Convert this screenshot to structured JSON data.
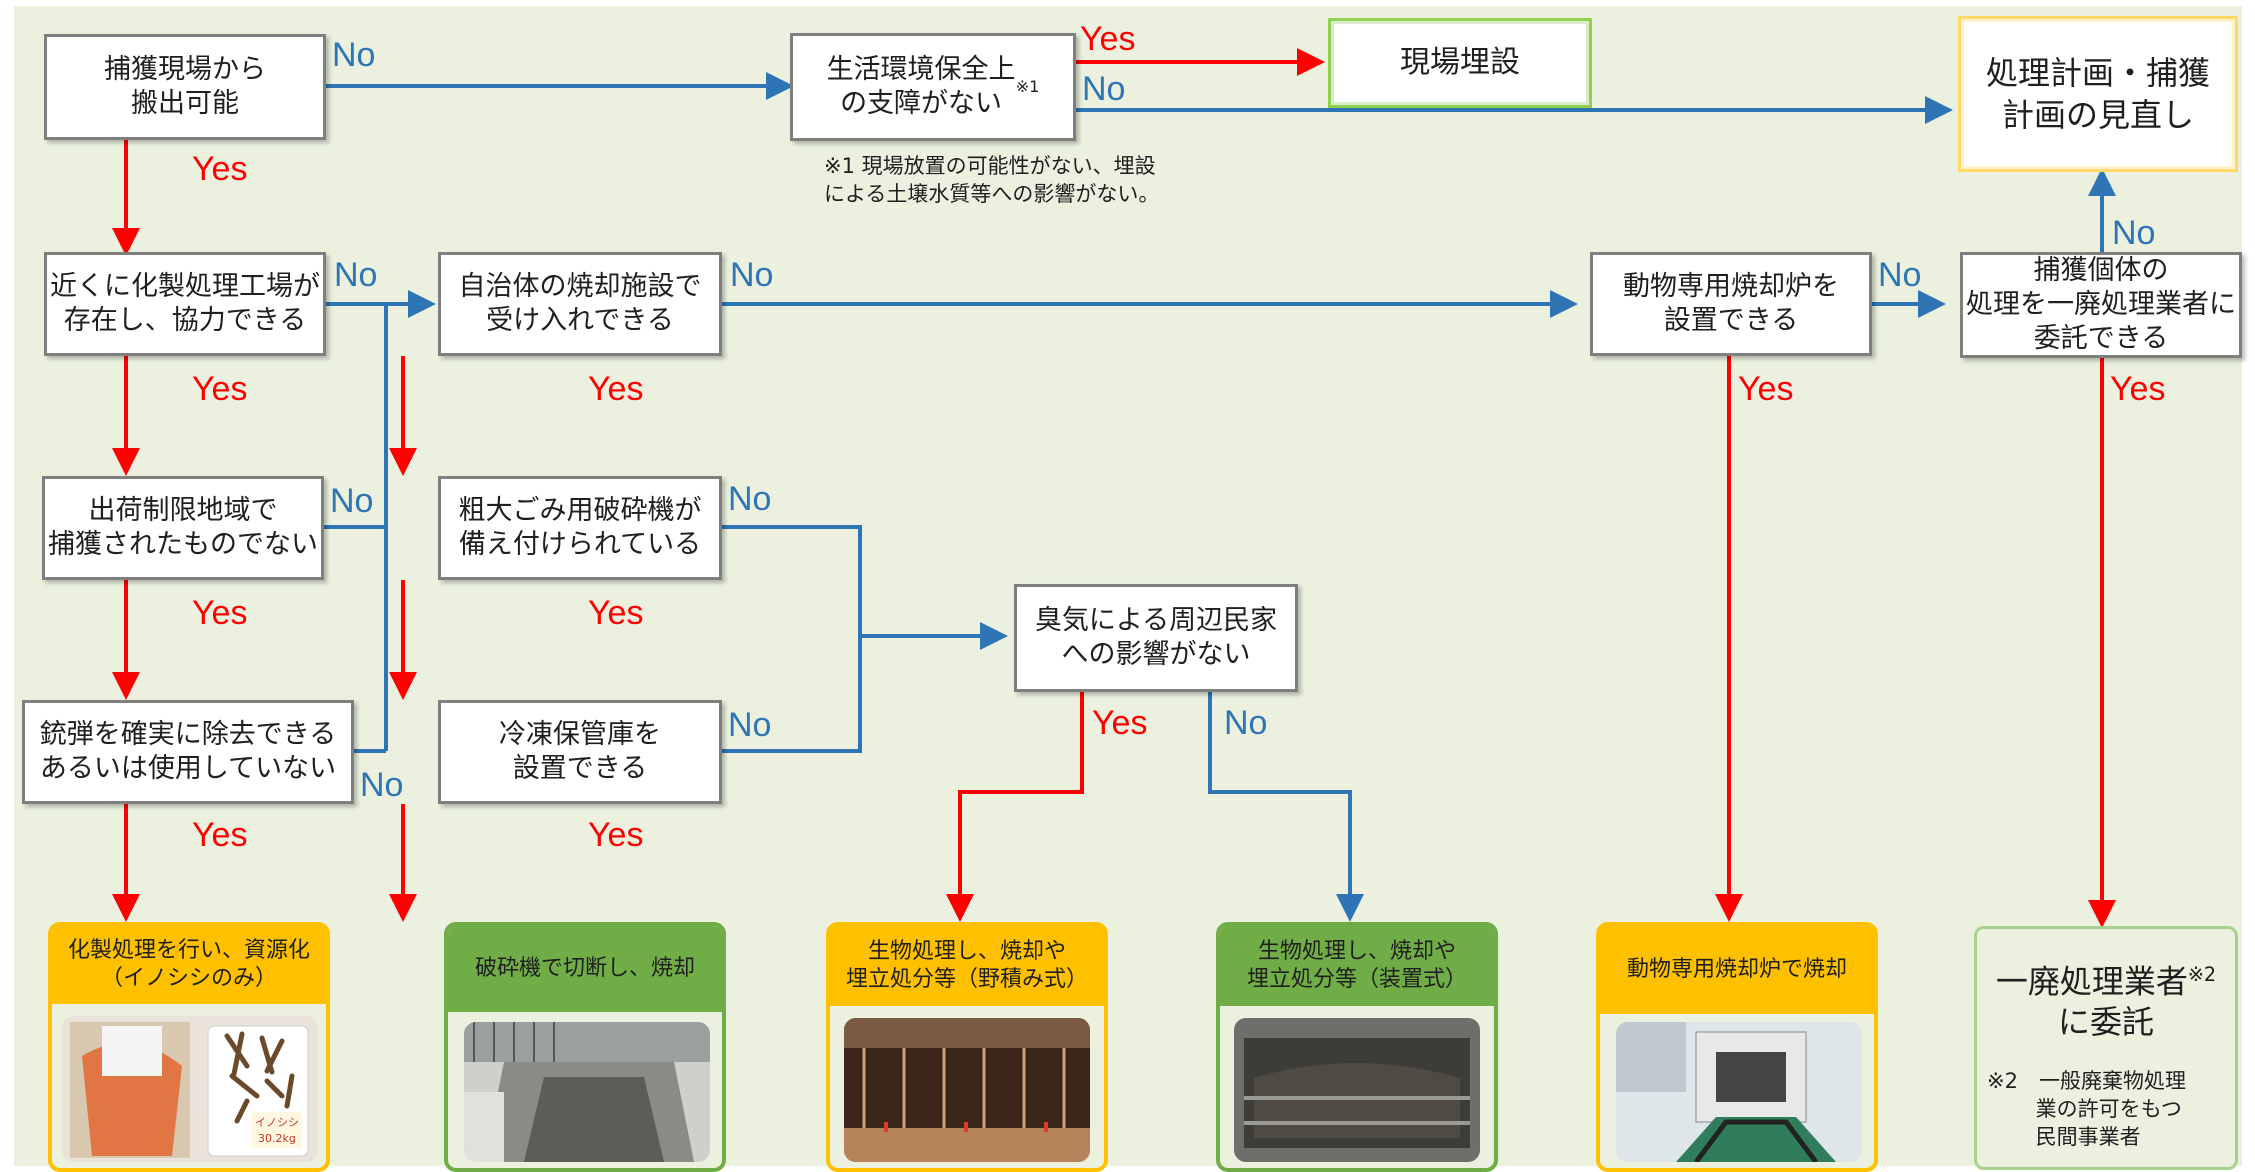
{
  "nodes": {
    "a1": "捕獲現場から\n搬出可能",
    "top2": "生活環境保全上\nの支障がない",
    "top2_sup": "※1",
    "burial": "現場埋設",
    "review": "処理計画・捕獲\n計画の見直し",
    "a2": "近くに化製処理工場が\n存在し、協力できる",
    "b2": "自治体の焼却施設で\n受け入れできる",
    "e2": "動物専用焼却炉を\n設置できる",
    "f2": "捕獲個体の\n処理を一廃処理業者に\n委託できる",
    "a3": "出荷制限地域で\n捕獲されたものでない",
    "b3": "粗大ごみ用破砕機が\n備え付けられている",
    "c4": "臭気による周辺民家\nへの影響がない",
    "a4": "銃弾を確実に除去できる\nあるいは使用していない",
    "b4": "冷凍保管庫を\n設置できる"
  },
  "footnote1": "※1  現場放置の可能性がない、埋設\n      による土壌水質等への影響がない。",
  "edge_labels": {
    "yes": "Yes",
    "no": "No"
  },
  "outcomes": {
    "rendering": "化製処理を行い、資源化\n（イノシシのみ）",
    "crush": "破砕機で切断し、焼却",
    "bio_pile": "生物処理し、焼却や\n埋立処分等（野積み式）",
    "bio_device": "生物処理し、焼却や\n埋立処分等（装置式）",
    "incinerator": "動物専用焼却炉で焼却",
    "consign": "一廃処理業者",
    "consign_sup": "※2",
    "consign_tail": "\nに委託",
    "footnote2": "※2　一般廃棄物処理\n　　 業の許可をもつ\n　　 民間事業者"
  },
  "photo_text": {
    "bag_label": "イノシシ\n30.2kg"
  },
  "colors": {
    "yes": "#ff0000",
    "no": "#2e75b6",
    "background": "#ebf1de",
    "orange": "#ffc000",
    "green": "#70ad47"
  }
}
